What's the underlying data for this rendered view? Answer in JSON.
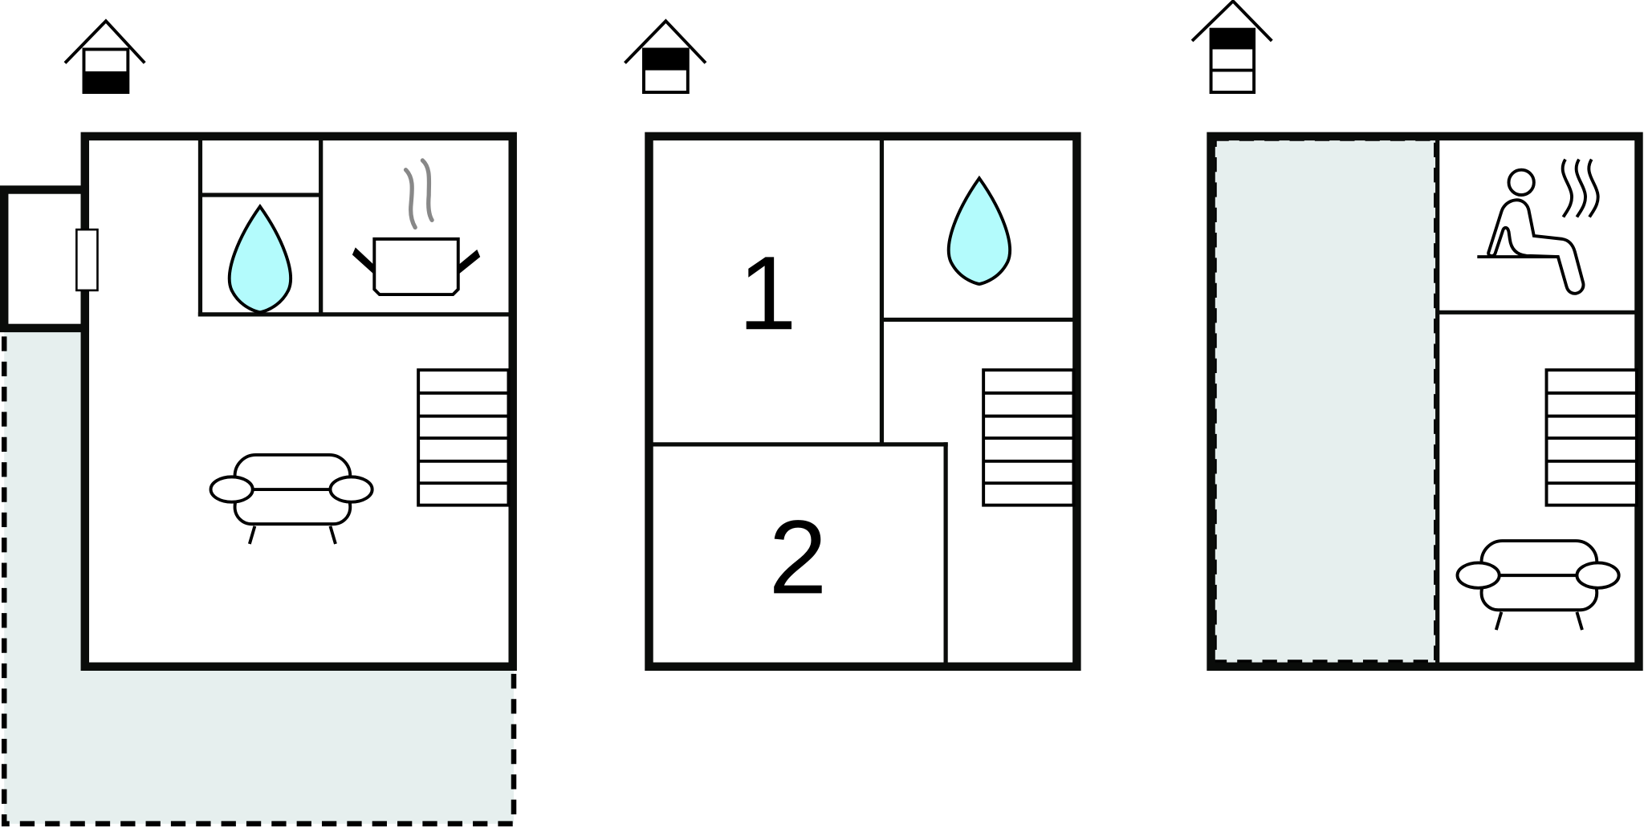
{
  "plans": [
    {
      "name": "ground-floor",
      "floor_level": 0
    },
    {
      "name": "first-floor",
      "floor_level": 1,
      "room_labels": [
        "1",
        "2"
      ]
    },
    {
      "name": "second-floor",
      "floor_level": 2
    }
  ],
  "colors": {
    "wall": "#0a0c0a",
    "outdoor_area": "#e6efee",
    "water": "#b3fbfc",
    "steam": "#888888"
  }
}
